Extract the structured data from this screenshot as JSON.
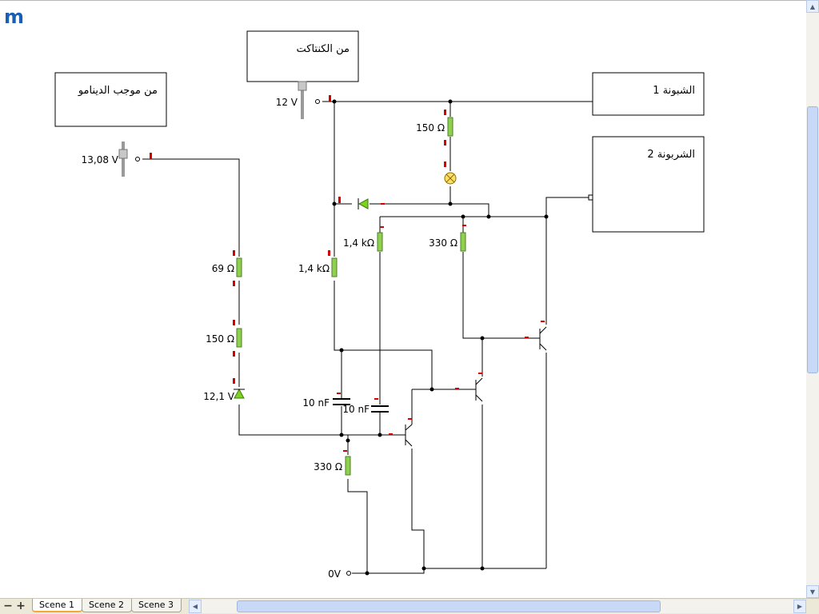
{
  "app": {
    "logo": "m"
  },
  "boxes": {
    "dynamo": "من موجب الدينامو",
    "contact": "من الكنتاكت",
    "bulb1": "الشبونة 1",
    "bulb2": "الشربونة 2"
  },
  "sources": {
    "contact_voltage": "12 V",
    "dynamo_voltage": "13,08 V",
    "ground": "0V"
  },
  "components": {
    "r_69": "69 Ω",
    "r_150_left": "150 Ω",
    "zener": "12,1 V",
    "r_150_top": "150 Ω",
    "r_1k4_a": "1,4 kΩ",
    "r_1k4_b": "1,4 kΩ",
    "r_330_top": "330 Ω",
    "c_10n_a": "10 nF",
    "c_10n_b": "10 nF",
    "r_330_bottom": "330 Ω"
  },
  "tabs": [
    "Scene 1",
    "Scene 2",
    "Scene 3"
  ],
  "controls": {
    "minus": "−",
    "plus": "+"
  },
  "colors": {
    "wire": "#000000",
    "resistor": "#8fd14f",
    "marker": "#d40000",
    "diode": "#7ed321",
    "lamp": "#ffe066"
  }
}
